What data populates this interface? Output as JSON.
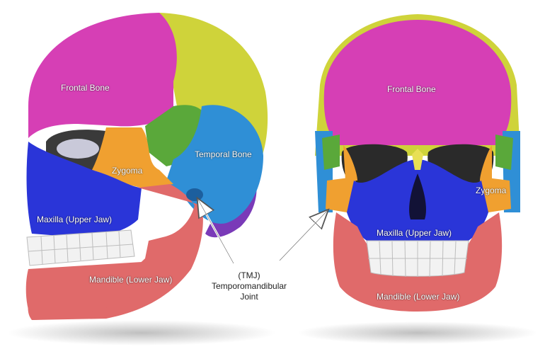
{
  "labels": {
    "left_frontal": "Frontal Bone",
    "left_zygoma": "Zygoma",
    "left_temporal": "Temporal Bone",
    "left_maxilla": "Maxilla (Upper Jaw)",
    "left_mandible": "Mandible (Lower Jaw)",
    "right_frontal": "Frontal Bone",
    "right_zygoma": "Zygoma",
    "right_maxilla": "Maxilla (Upper Jaw)",
    "right_mandible": "Mandible (Lower Jaw)"
  },
  "tmj": {
    "line1": "(TMJ)",
    "line2": "Temporomandibular",
    "line3": "Joint"
  },
  "colors": {
    "frontal": "#d63fb5",
    "parietal": "#cfd33a",
    "temporal": "#2f8fd6",
    "sphenoid": "#5aa83a",
    "zygoma": "#f0a030",
    "maxilla": "#2a35d8",
    "mandible": "#e06a6a",
    "teeth": "#f2f2f2",
    "occipital": "#7a3ab8"
  },
  "icons": [
    "arrow-icon",
    "arrow-icon"
  ]
}
